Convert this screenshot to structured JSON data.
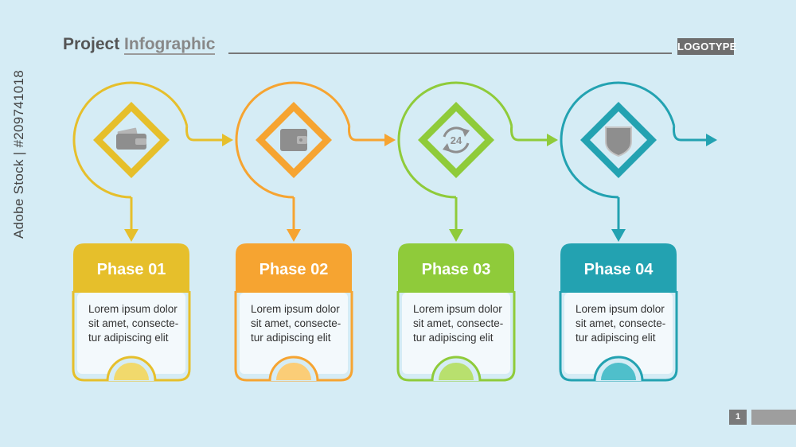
{
  "header": {
    "title_main": "Project",
    "title_accent": "Infographic",
    "logotype": "LOGOTYPE"
  },
  "side_text": "Adobe Stock | #209741018",
  "footer": {
    "page_number": "1"
  },
  "phases": [
    {
      "title": "Phase 01",
      "text": [
        "Lorem ipsum dolor",
        "sit amet, consecte-",
        "tur adipiscing elit"
      ],
      "color": "#e6bf2b",
      "fill": "#f1d96c",
      "icon": "wallet-open-icon"
    },
    {
      "title": "Phase 02",
      "text": [
        "Lorem ipsum dolor",
        "sit amet, consecte-",
        "tur adipiscing elit"
      ],
      "color": "#f6a431",
      "fill": "#fbcd77",
      "icon": "wallet-icon"
    },
    {
      "title": "Phase 03",
      "text": [
        "Lorem ipsum dolor",
        "sit amet, consecte-",
        "tur adipiscing elit"
      ],
      "color": "#8fcb3a",
      "fill": "#b8e06e",
      "icon": "24-hours-icon"
    },
    {
      "title": "Phase 04",
      "text": [
        "Lorem ipsum dolor",
        "sit amet, consecte-",
        "tur adipiscing elit"
      ],
      "color": "#23a2b1",
      "fill": "#4fbfcb",
      "icon": "shield-icon"
    }
  ]
}
